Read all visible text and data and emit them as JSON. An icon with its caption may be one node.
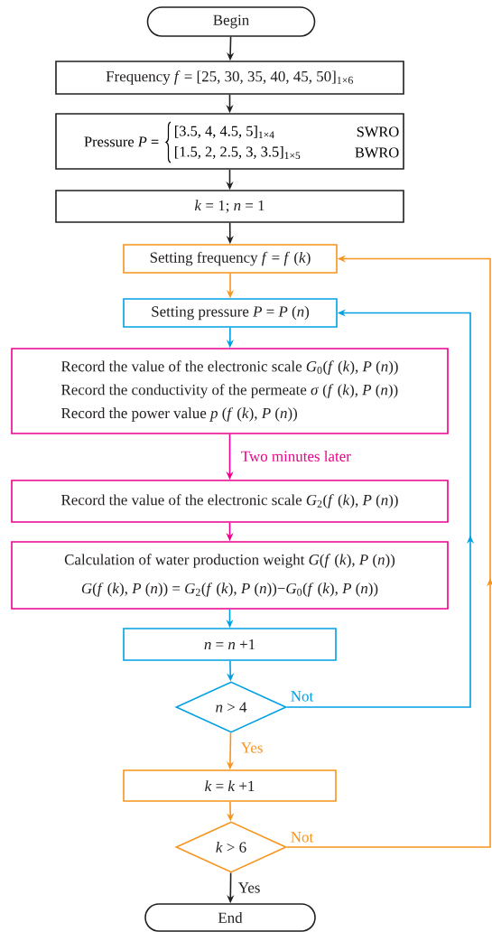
{
  "diagram": {
    "nodes": [
      {
        "text": [
          "Begin"
        ]
      },
      {
        "text": [
          "Frequency  *f* = [25, 30, 35, 40, 45, 50]$_{1×6}$"
        ]
      },
      {
        "text": [
          "Pressure *P* =",
          "[3.5, 4, 4.5, 5]$_{1×4}$",
          "SWRO",
          "[1.5, 2, 2.5, 3, 3.5]$_{1×5}$",
          "BWRO"
        ]
      },
      {
        "text": [
          "*k* = 1; *n* = 1"
        ]
      },
      {
        "text": [
          "Setting frequency *f* = *f* (*k*)"
        ]
      },
      {
        "text": [
          "Setting pressure *P* = *P* (*n*)"
        ]
      },
      {
        "text": [
          "Record the value of the electronic scale *G*$_{0}$(*f* (*k*), *P* (*n*))",
          "Record the conductivity of the permeate *σ* (*f* (*k*), *P* (*n*))",
          "Record the power value *p* (*f* (*k*), *P* (*n*))"
        ]
      },
      {
        "text": [
          "Record the value of the electronic scale *G*$_{2}$(*f* (*k*), *P* (*n*))"
        ]
      },
      {
        "text": [
          "Calculation of water production weight *G*(*f* (*k*), *P* (*n*))",
          "*G*(*f* (*k*), *P* (*n*)) = *G*$_{2}$(*f* (*k*), *P* (*n*))−*G*$_{0}$(*f* (*k*), *P* (*n*))"
        ]
      },
      {
        "text": [
          "*n* = *n* +1"
        ]
      },
      {
        "text": [
          "*n* > 4"
        ]
      },
      {
        "text": [
          "*k* = *k* +1"
        ]
      },
      {
        "text": [
          "*k* > 6"
        ]
      },
      {
        "text": [
          "End"
        ]
      }
    ],
    "edges": [
      {
        "from": 0,
        "to": 1,
        "arrow": "to"
      },
      {
        "from": 1,
        "to": 2,
        "arrow": "to"
      },
      {
        "from": 2,
        "to": 3,
        "arrow": "to"
      },
      {
        "from": 3,
        "to": 4,
        "arrow": "to"
      },
      {
        "from": 4,
        "to": 5,
        "arrow": "to",
        "color": "#f7941d"
      },
      {
        "from": 5,
        "to": 6,
        "arrow": "to",
        "color": "#00a0e3"
      },
      {
        "from": 6,
        "to": 7,
        "arrow": "to",
        "label": "Two minutes later",
        "color": "#ec008c"
      },
      {
        "from": 7,
        "to": 8,
        "arrow": "to",
        "color": "#ec008c"
      },
      {
        "from": 8,
        "to": 9,
        "arrow": "to",
        "color": "#00a0e3"
      },
      {
        "from": 9,
        "to": 10,
        "arrow": "to",
        "color": "#00a0e3"
      },
      {
        "from": 10,
        "to": 5,
        "arrow": "to",
        "label": "Not",
        "color": "#00a0e3"
      },
      {
        "from": 10,
        "to": 11,
        "arrow": "to",
        "label": "Yes",
        "color": "#f7941d"
      },
      {
        "from": 11,
        "to": 12,
        "arrow": "to",
        "color": "#f7941d"
      },
      {
        "from": 12,
        "to": 4,
        "arrow": "to",
        "label": "Not",
        "color": "#f7941d"
      },
      {
        "from": 12,
        "to": 13,
        "arrow": "to",
        "label": "Yes"
      }
    ]
  }
}
